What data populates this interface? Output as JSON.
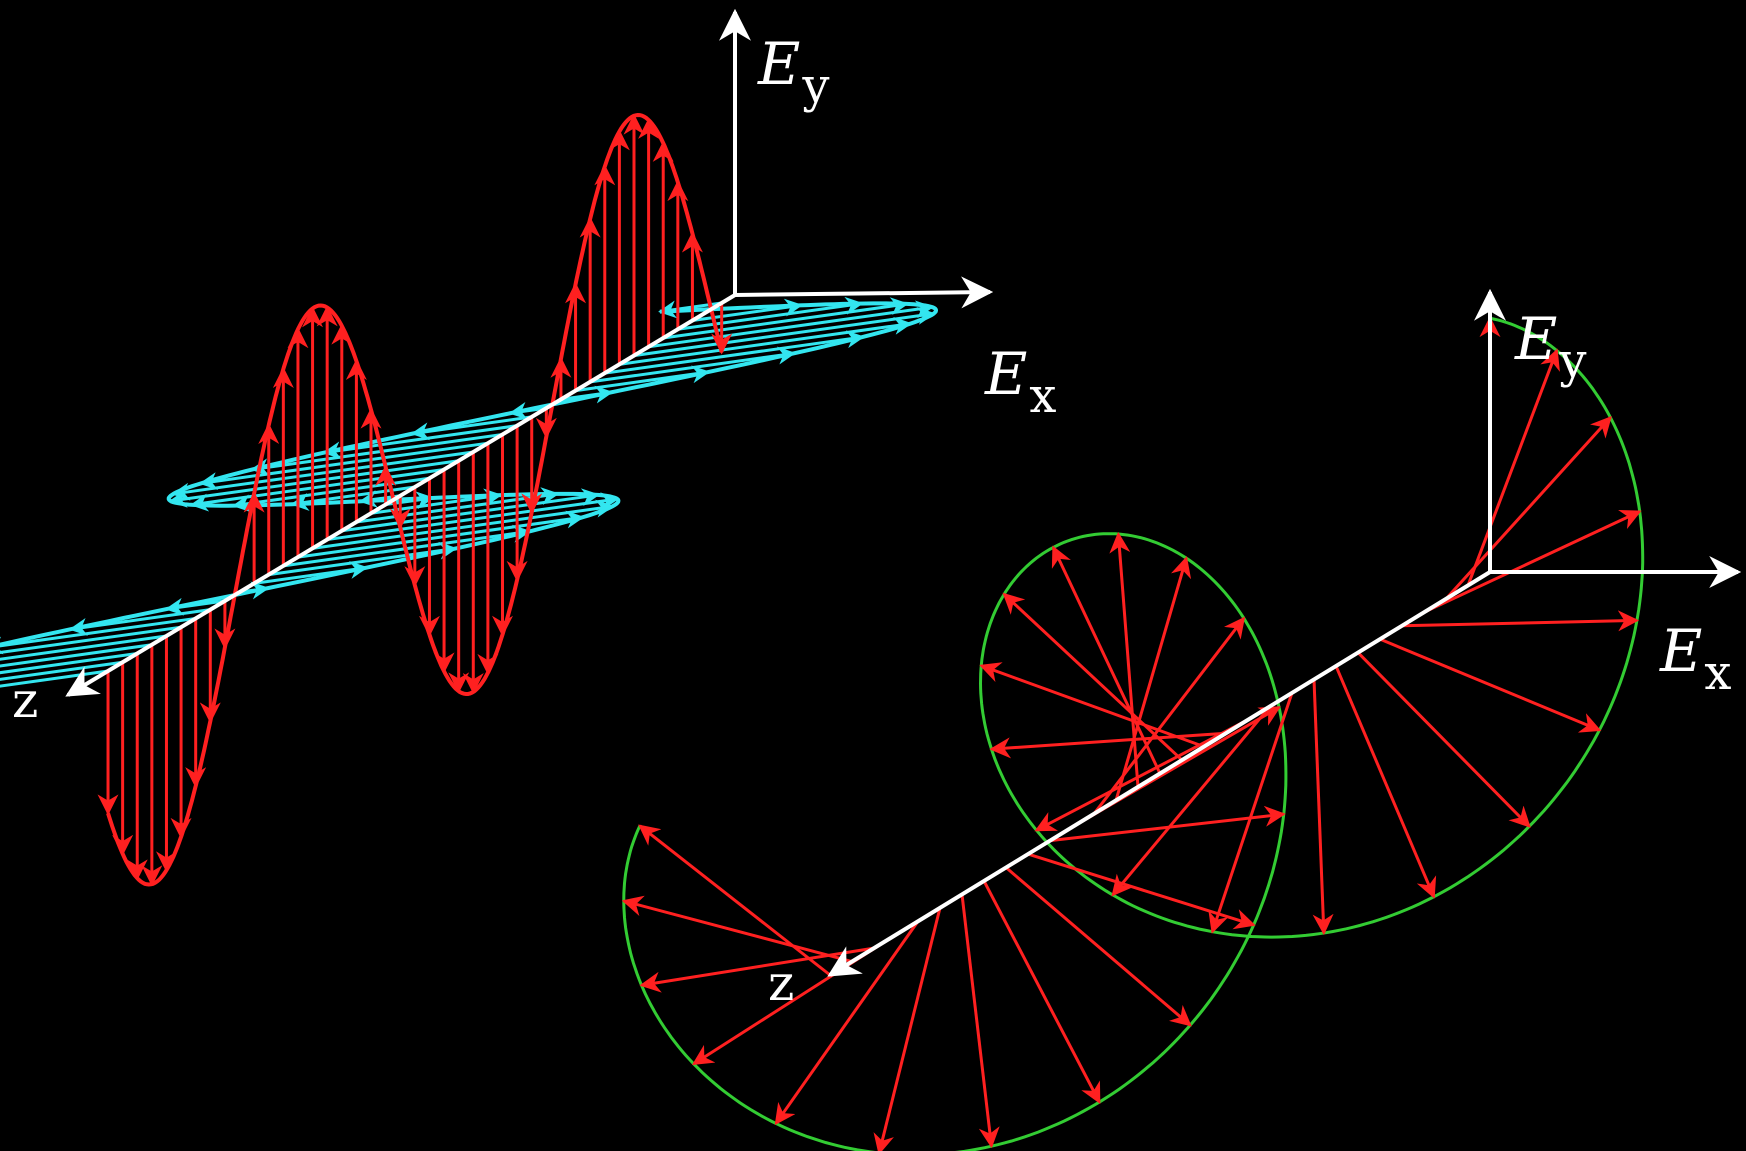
{
  "colors": {
    "background": "#000000",
    "axis": "#ffffff",
    "vertical_wave": "#ff2020",
    "horizontal_wave": "#33e6f0",
    "helix": "#33cc33",
    "field_vectors": "#ff2020"
  },
  "left_diagram": {
    "ey_label": {
      "main": "E",
      "sub": "y"
    },
    "ex_label": {
      "main": "E",
      "sub": "x"
    },
    "z_label": "z"
  },
  "right_diagram": {
    "ey_label": {
      "main": "E",
      "sub": "y"
    },
    "ex_label": {
      "main": "E",
      "sub": "x"
    },
    "z_label": "z"
  }
}
